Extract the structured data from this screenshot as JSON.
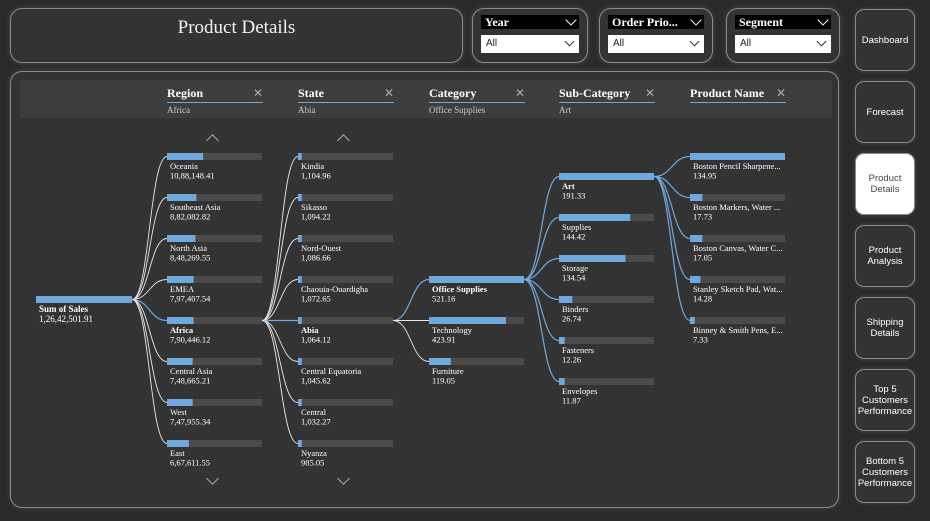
{
  "page": {
    "title": "Product Details"
  },
  "slicers": [
    {
      "label": "Year",
      "value": "All"
    },
    {
      "label": "Order Prio...",
      "value": "All"
    },
    {
      "label": "Segment",
      "value": "All"
    }
  ],
  "nav": [
    {
      "label": "Dashboard",
      "active": false
    },
    {
      "label": "Forecast",
      "active": false
    },
    {
      "label": "Product Details",
      "active": true
    },
    {
      "label": "Product Analysis",
      "active": false
    },
    {
      "label": "Shipping Details",
      "active": false
    },
    {
      "label": "Top 5 Customers Performance",
      "active": false
    },
    {
      "label": "Bottom 5 Customers Performance",
      "active": false
    }
  ],
  "tree": {
    "root": {
      "label": "Sum of Sales",
      "value": "1,26,42,501.91"
    },
    "colors": {
      "bar": "#6fa8dc",
      "track": "#4a4a4a",
      "link": "#e8e8e8",
      "active_link": "#6fa8dc"
    },
    "levels": [
      {
        "header": "Region",
        "selected": "Africa",
        "closable": true,
        "nodes": [
          {
            "label": "Oceania",
            "value": "10,88,148.41",
            "fraction": 0.38,
            "selected": false
          },
          {
            "label": "Southeast Asia",
            "value": "8,82,082.82",
            "fraction": 0.31,
            "selected": false
          },
          {
            "label": "North Asia",
            "value": "8,48,269.55",
            "fraction": 0.3,
            "selected": false
          },
          {
            "label": "EMEA",
            "value": "7,97,407.54",
            "fraction": 0.28,
            "selected": false
          },
          {
            "label": "Africa",
            "value": "7,90,446.12",
            "fraction": 0.28,
            "selected": true
          },
          {
            "label": "Central Asia",
            "value": "7,48,665.21",
            "fraction": 0.27,
            "selected": false
          },
          {
            "label": "West",
            "value": "7,47,955.34",
            "fraction": 0.27,
            "selected": false
          },
          {
            "label": "East",
            "value": "6,67,611.55",
            "fraction": 0.23,
            "selected": false
          }
        ]
      },
      {
        "header": "State",
        "selected": "Abia",
        "closable": true,
        "nodes": [
          {
            "label": "Kindia",
            "value": "1,104.96",
            "fraction": 0.04,
            "selected": false
          },
          {
            "label": "Sikasso",
            "value": "1,094.22",
            "fraction": 0.04,
            "selected": false
          },
          {
            "label": "Nord-Ouest",
            "value": "1,086.66",
            "fraction": 0.04,
            "selected": false
          },
          {
            "label": "Chaouia-Ouardigha",
            "value": "1,072.65",
            "fraction": 0.04,
            "selected": false
          },
          {
            "label": "Abia",
            "value": "1,064.12",
            "fraction": 0.04,
            "selected": true
          },
          {
            "label": "Central Equatoria",
            "value": "1,045.62",
            "fraction": 0.04,
            "selected": false
          },
          {
            "label": "Central",
            "value": "1,032.27",
            "fraction": 0.04,
            "selected": false
          },
          {
            "label": "Nyanza",
            "value": "985.05",
            "fraction": 0.04,
            "selected": false
          }
        ]
      },
      {
        "header": "Category",
        "selected": "Office Supplies",
        "closable": true,
        "nodes": [
          {
            "label": "Office Supplies",
            "value": "521.16",
            "fraction": 1.0,
            "selected": true
          },
          {
            "label": "Technology",
            "value": "423.91",
            "fraction": 0.81,
            "selected": false
          },
          {
            "label": "Furniture",
            "value": "119.05",
            "fraction": 0.23,
            "selected": false
          }
        ]
      },
      {
        "header": "Sub-Category",
        "selected": "Art",
        "closable": true,
        "nodes": [
          {
            "label": "Art",
            "value": "191.33",
            "fraction": 1.0,
            "selected": true
          },
          {
            "label": "Supplies",
            "value": "144.42",
            "fraction": 0.75,
            "selected": false
          },
          {
            "label": "Storage",
            "value": "134.54",
            "fraction": 0.7,
            "selected": false
          },
          {
            "label": "Binders",
            "value": "26.74",
            "fraction": 0.14,
            "selected": false
          },
          {
            "label": "Fasteners",
            "value": "12.26",
            "fraction": 0.06,
            "selected": false
          },
          {
            "label": "Envelopes",
            "value": "11.87",
            "fraction": 0.06,
            "selected": false
          }
        ]
      },
      {
        "header": "Product Name",
        "selected": "",
        "closable": false,
        "nodes": [
          {
            "label": "Boston Pencil Sharpene...",
            "value": "134.95",
            "fraction": 1.0,
            "selected": false
          },
          {
            "label": "Boston Markers, Water ...",
            "value": "17.73",
            "fraction": 0.13,
            "selected": false
          },
          {
            "label": "Boston Canvas, Water C...",
            "value": "17.05",
            "fraction": 0.13,
            "selected": false
          },
          {
            "label": "Stanley Sketch Pad, Wat...",
            "value": "14.28",
            "fraction": 0.11,
            "selected": false
          },
          {
            "label": "Binney & Smith Pens, E...",
            "value": "7.33",
            "fraction": 0.05,
            "selected": false
          }
        ]
      }
    ]
  }
}
